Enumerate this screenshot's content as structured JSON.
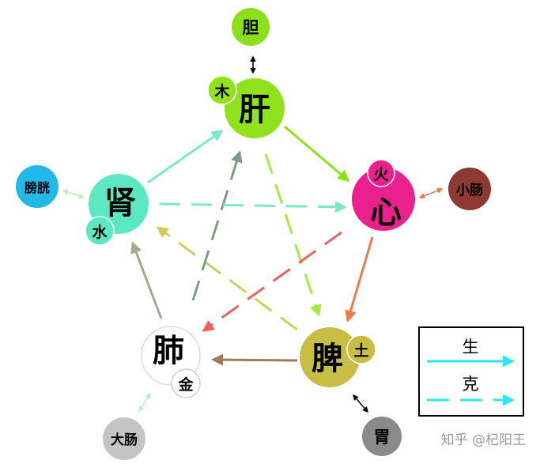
{
  "organs": {
    "gan": "肝",
    "xin": "心",
    "pi": "脾",
    "fei": "肺",
    "shen": "肾"
  },
  "elements": {
    "wood": "木",
    "fire": "火",
    "earth": "土",
    "metal": "金",
    "water": "水"
  },
  "fu_organs": {
    "dan": "胆",
    "xiaochang": "小肠",
    "wei": "胃",
    "dachang": "大肠",
    "pangguang": "膀胱"
  },
  "legend": {
    "generate": "生",
    "restrain": "克"
  },
  "watermark": "知乎 @杞阳王",
  "colors": {
    "wood": "#8fe21c",
    "fire": "#ec1f8e",
    "earth": "#c8bd45",
    "metal": "#ffffff",
    "water": "#5ce8c0",
    "dan": "#8ce01a",
    "xiaochang": "#8e3a32",
    "wei": "#8a8a8a",
    "dachang": "#c4c4c4",
    "pangguang": "#22b8e8",
    "legend_arrow": "#2fe6f0"
  }
}
